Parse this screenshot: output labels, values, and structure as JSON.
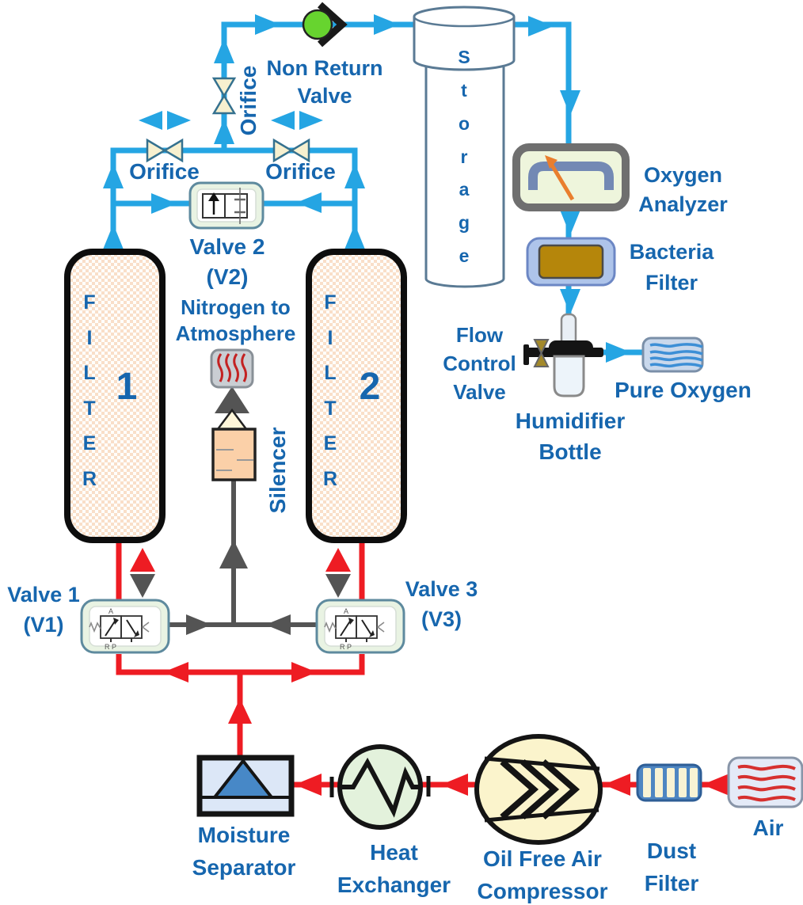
{
  "diagram": {
    "title_hint": "PSA oxygen generation process diagram",
    "colors": {
      "oxygen_pipe": "#25A5E3",
      "air_pipe": "#EE1C23",
      "exhaust_pipe": "#545454",
      "label_text": "#1666AE",
      "check_valve_green": "#67D42F",
      "analyzer_needle_orange": "#E97E2E"
    },
    "labels": {
      "non_return_valve": "Non Return\nValve",
      "orifice_vertical": "Orifice",
      "orifice_left": "Orifice",
      "orifice_right": "Orifice",
      "valve2": "Valve 2\n(V2)",
      "nitrogen_atmosphere": "Nitrogen to\nAtmosphere",
      "filter1_letters": "F\nI\nL\nT\nE\nR",
      "filter1_number": "1",
      "filter2_letters": "F\nI\nL\nT\nE\nR",
      "filter2_number": "2",
      "silencer": "Silencer",
      "storage_letters": "S\nt\no\nr\na\ng\ne",
      "oxygen_analyzer": "Oxygen\nAnalyzer",
      "bacteria_filter": "Bacteria\nFilter",
      "flow_control_valve": "Flow\nControl\nValve",
      "pure_oxygen": "Pure Oxygen",
      "humidifier_bottle": "Humidifier\nBottle",
      "valve1": "Valve 1\n(V1)",
      "valve3": "Valve 3\n(V3)",
      "moisture_separator": "Moisture\nSeparator",
      "heat_exchanger": "Heat\nExchanger",
      "compressor": "Oil Free Air\nCompressor",
      "dust_filter": "Dust\nFilter",
      "air": "Air",
      "valve_port_top": "A",
      "valve_ports_bottom": "R P"
    }
  }
}
